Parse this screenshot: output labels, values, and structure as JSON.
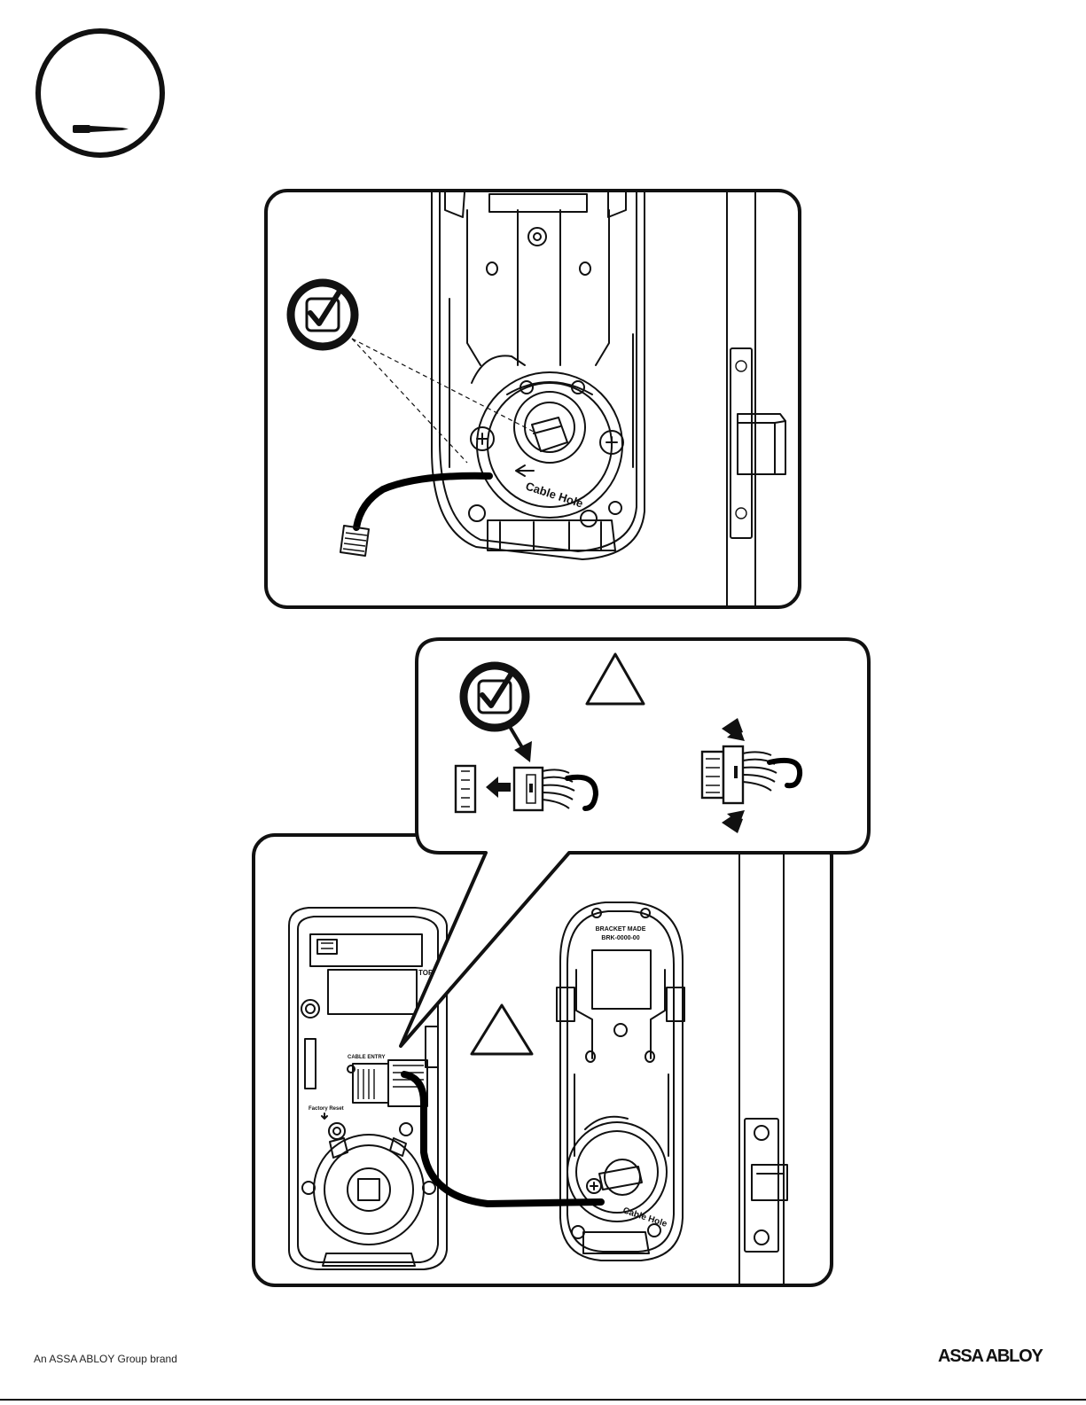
{
  "icons": {
    "tool": "screwdriver-icon",
    "check": "checkmark-icon",
    "warning": "warning-triangle-icon"
  },
  "panel1": {
    "cable_hole_label": "Cable Hole"
  },
  "panel2": {
    "cable_hole_label": "Cable Hole",
    "cable_entry_label": "CABLE ENTRY",
    "factory_reset_label": "Factory Reset",
    "top_label": "TOP",
    "bracket_label_line1": "BRACKET MADE",
    "bracket_label_line2": "BRK-0000-00"
  },
  "footer": {
    "brand_text": "An ASSA ABLOY Group brand",
    "logo_text": "ASSA ABLOY"
  }
}
